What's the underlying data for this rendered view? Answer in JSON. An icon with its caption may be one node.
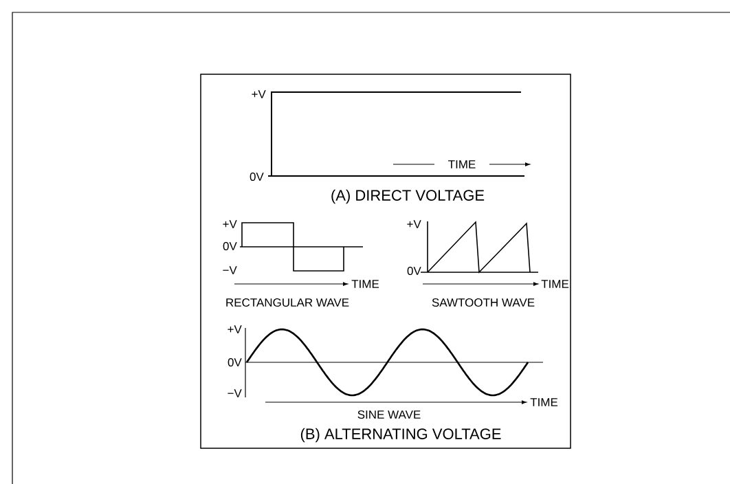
{
  "diagram": {
    "labels": [
      "+V",
      "0V",
      "TIME",
      "(A) DIRECT VOLTAGE",
      "+V",
      "0V",
      "−V",
      "TIME",
      "RECTANGULAR WAVE",
      "+V",
      "0V",
      "TIME",
      "SAWTOOTH WAVE",
      "+V",
      "0V",
      "−V",
      "TIME",
      "SINE WAVE",
      "(B) ALTERNATING VOLTAGE"
    ]
  }
}
